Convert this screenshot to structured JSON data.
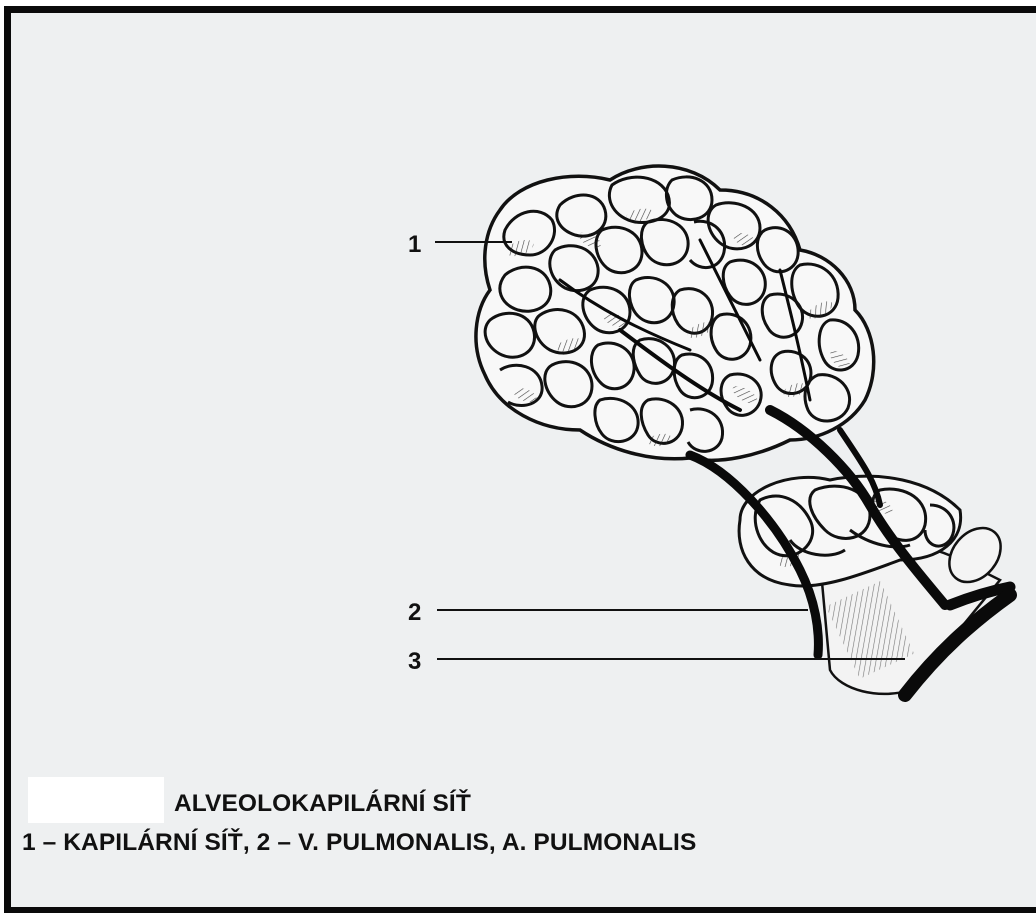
{
  "labels": {
    "one": "1",
    "two": "2",
    "three": "3"
  },
  "caption": {
    "title": "ALVEOLOKAPILÁRNÍ SÍŤ",
    "legend": "1 – KAPILÁRNÍ SÍŤ, 2 – V. PULMONALIS, A. PULMONALIS"
  },
  "colors": {
    "background": "#eef0f1",
    "ink": "#111111",
    "frame": "#0a0a0a"
  }
}
